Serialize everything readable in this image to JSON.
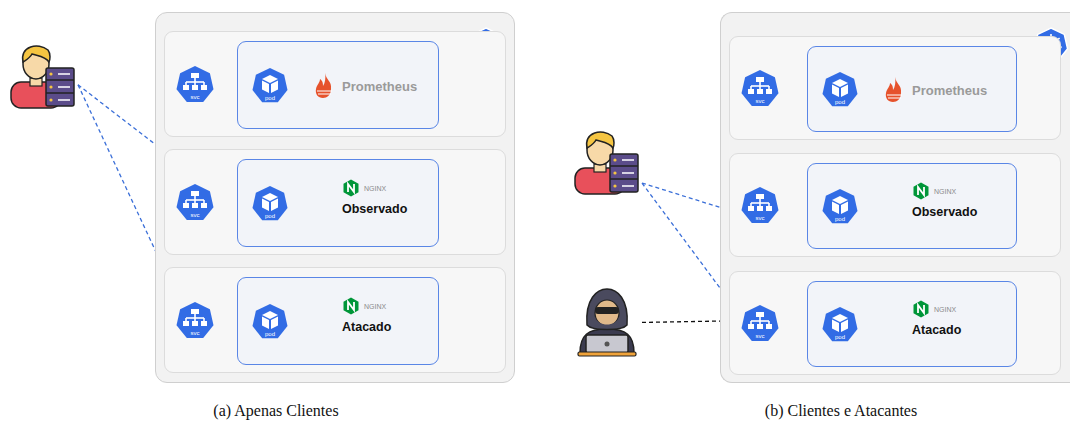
{
  "diagram": {
    "nodes": [
      {},
      {
        "text": [
          "(a) Apenas Clientes"
        ]
      },
      {
        "text": [
          "svc"
        ],
        "in": 1
      },
      {
        "text": [
          "pod",
          "Prometheus"
        ],
        "in": 2
      },
      {
        "text": [
          "svc"
        ],
        "in": 1
      },
      {
        "text": [
          "pod",
          "NGINX",
          "Observado"
        ],
        "in": 4
      },
      {
        "text": [
          "svc"
        ],
        "in": 1
      },
      {
        "text": [
          "pod",
          "NGINX",
          "Atacado"
        ],
        "in": 6
      },
      {
        "text": [
          "(b) Clientes e Atacantes"
        ]
      },
      {
        "text": [
          "svc"
        ],
        "in": 8
      },
      {
        "text": [
          "pod",
          "Prometheus"
        ],
        "in": 9
      },
      {
        "text": [
          "svc"
        ],
        "in": 8
      },
      {
        "text": [
          "pod",
          "NGINX",
          "Observado"
        ],
        "in": 11
      },
      {
        "text": [
          "svc"
        ],
        "in": 8
      },
      {
        "text": [
          "pod",
          "NGINX",
          "Atacado"
        ],
        "in": 13
      },
      {},
      {}
    ],
    "edges": [
      {
        "from": 0,
        "to": 4,
        "arrow": "to"
      },
      {
        "from": 0,
        "to": 6,
        "arrow": "to"
      },
      {
        "from": 15,
        "to": 11,
        "arrow": "to"
      },
      {
        "from": 15,
        "to": 13,
        "arrow": "to"
      },
      {
        "from": 16,
        "to": 13,
        "arrow": "to"
      }
    ]
  }
}
